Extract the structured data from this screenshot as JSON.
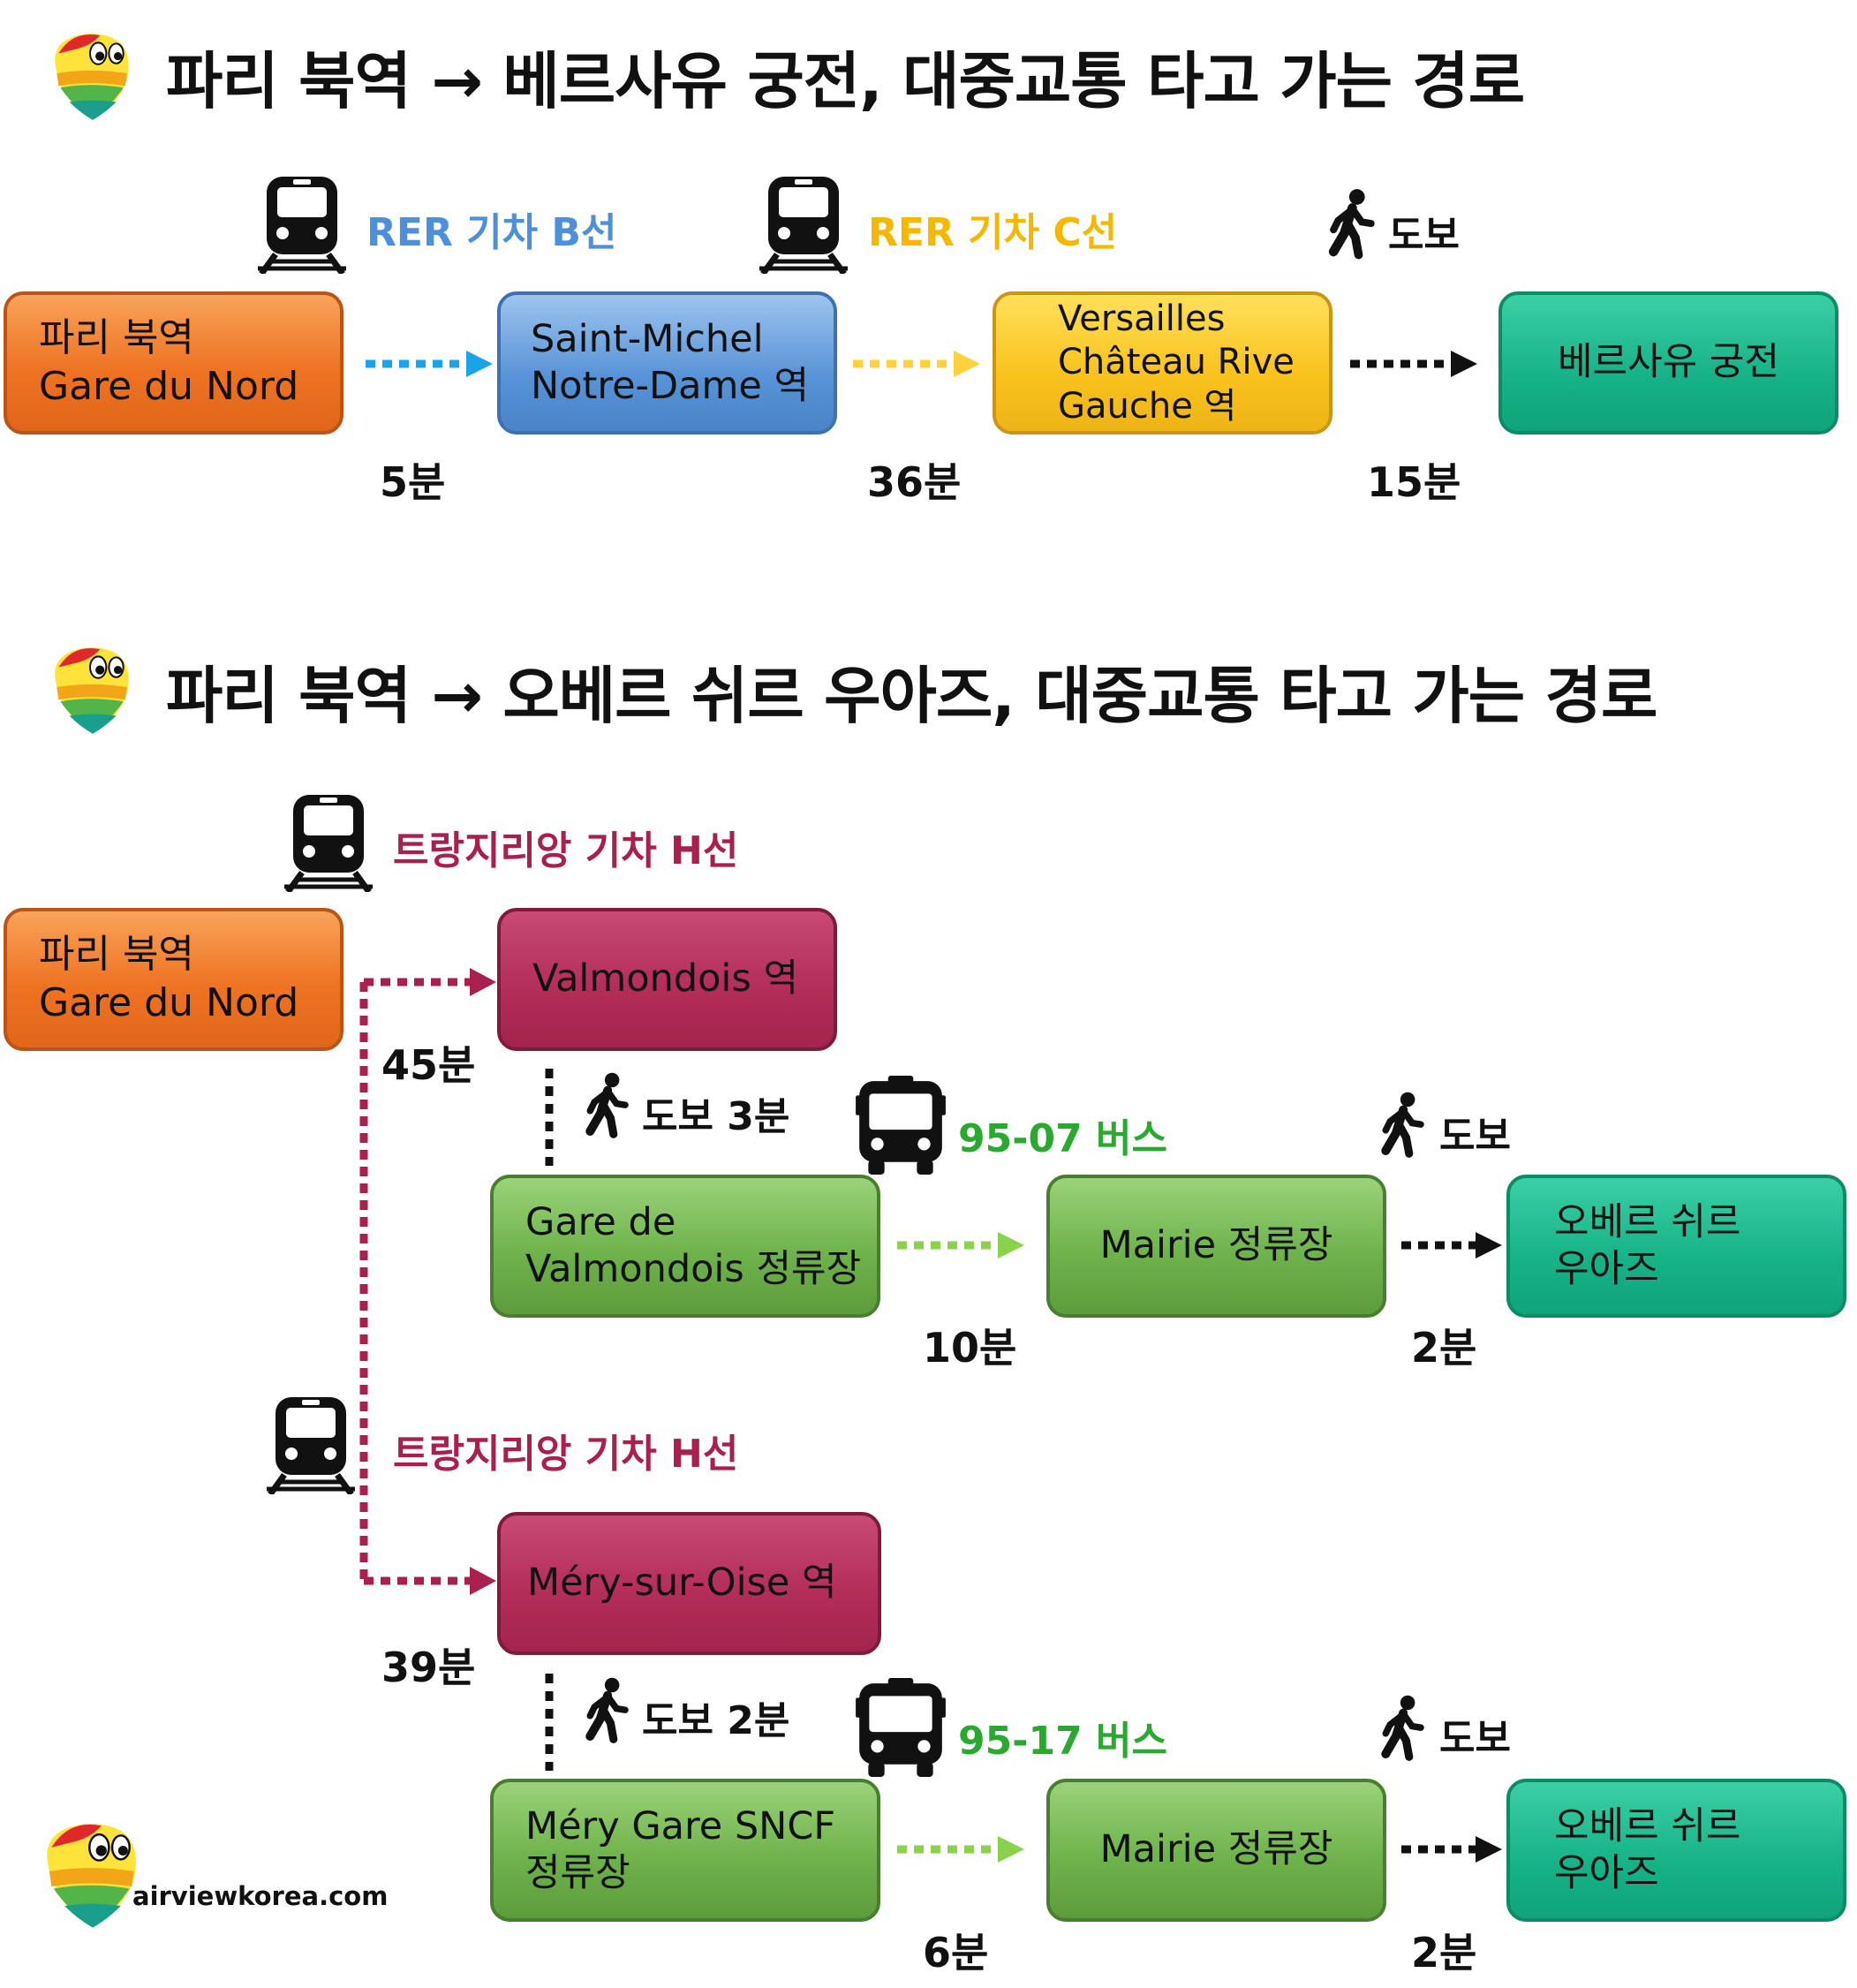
{
  "colors": {
    "rer_b": "#4d8fd9",
    "rer_c": "#f5b800",
    "transilien_h": "#a9204f",
    "bus": "#2aa830",
    "walk": "#111111",
    "arrow_blue": "#1aa3e8",
    "arrow_yellow": "#ffd23c",
    "arrow_green": "#8ad14c"
  },
  "route1": {
    "title": "파리 북역 → 베르사유 궁전, 대중교통 타고 가는 경로",
    "legs": [
      {
        "mode_icon": "train-icon",
        "label": "RER 기차 B선",
        "time": "5분"
      },
      {
        "mode_icon": "train-icon",
        "label": "RER 기차 C선",
        "time": "36분"
      },
      {
        "mode_icon": "walk-icon",
        "label": "도보",
        "time": "15분"
      }
    ],
    "stations": [
      {
        "lines": [
          "파리 북역",
          "Gare du Nord"
        ]
      },
      {
        "lines": [
          "Saint-Michel",
          "Notre-Dame 역"
        ]
      },
      {
        "lines": [
          "Versailles",
          "Château Rive",
          "Gauche 역"
        ]
      },
      {
        "lines": [
          "베르사유 궁전"
        ]
      }
    ]
  },
  "route2": {
    "title": "파리 북역 → 오베르 쉬르 우아즈, 대중교통 타고 가는 경로",
    "origin": {
      "lines": [
        "파리 북역",
        "Gare du Nord"
      ]
    },
    "branch_a": {
      "train_label": "트랑지리앙 기차 H선",
      "train_time": "45분",
      "station": "Valmondois 역",
      "walk_label": "도보 3분",
      "bus_label": "95-07 버스",
      "bus_stop": {
        "lines": [
          "Gare de",
          "Valmondois 정류장"
        ]
      },
      "bus_time": "10분",
      "stop2": "Mairie 정류장",
      "walk2_label": "도보",
      "walk2_time": "2분",
      "destination": {
        "lines": [
          "오베르 쉬르",
          "우아즈"
        ]
      }
    },
    "branch_b": {
      "train_label": "트랑지리앙 기차 H선",
      "train_time": "39분",
      "station": "Méry-sur-Oise 역",
      "walk_label": "도보 2분",
      "bus_label": "95-17 버스",
      "bus_stop": {
        "lines": [
          "Méry Gare SNCF",
          "정류장"
        ]
      },
      "bus_time": "6분",
      "stop2": "Mairie 정류장",
      "walk2_label": "도보",
      "walk2_time": "2분",
      "destination": {
        "lines": [
          "오베르 쉬르",
          "우아즈"
        ]
      }
    }
  },
  "footer": {
    "brand": "airviewkorea.com"
  }
}
